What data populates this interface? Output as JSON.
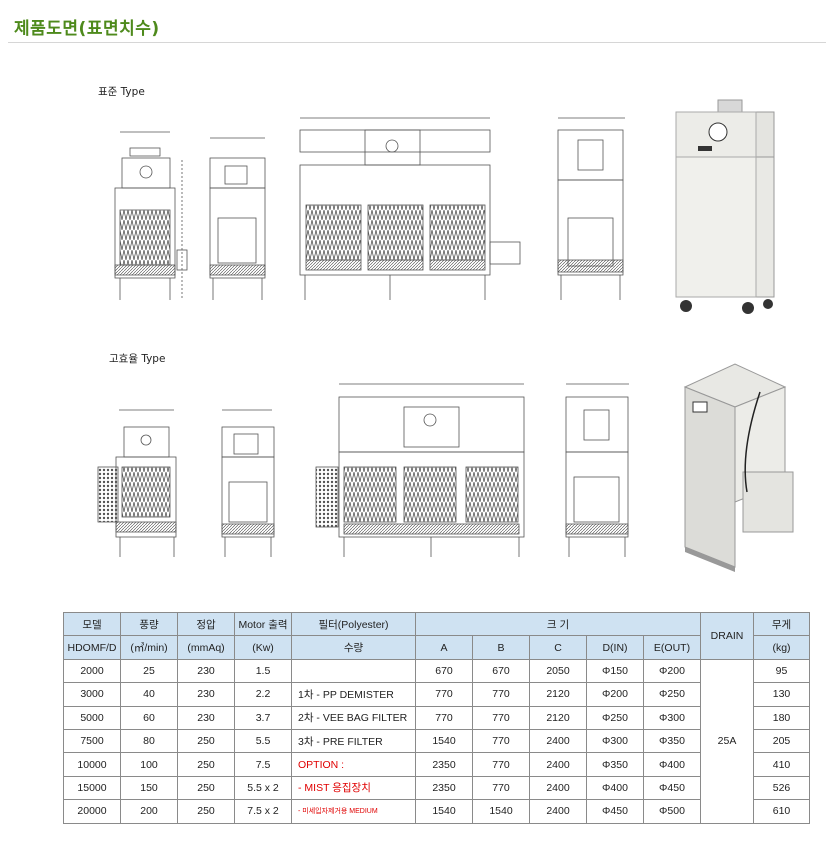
{
  "page": {
    "title": "제품도면(표면치수)"
  },
  "sections": {
    "standard_label": "표준 Type",
    "high_eff_label": "고효율 Type"
  },
  "table": {
    "header_row1": {
      "model": "모델",
      "airflow": "풍량",
      "static_pressure": "정압",
      "motor": "Motor 출력",
      "filter": "필터(Polyester)",
      "size": "크 기",
      "drain": "DRAIN",
      "weight": "무게"
    },
    "header_row2": {
      "model": "HDOMF/D",
      "airflow": "(㎥/min)",
      "static_pressure": "(mmAq)",
      "motor": "(Kw)",
      "filter": "수량",
      "a": "A",
      "b": "B",
      "c": "C",
      "d": "D(IN)",
      "e": "E(OUT)",
      "weight": "(kg)"
    },
    "drain_value": "25A",
    "rows": [
      {
        "model": "2000",
        "airflow": "25",
        "pressure": "230",
        "motor": "1.5",
        "filter": "",
        "a": "670",
        "b": "670",
        "c": "2050",
        "d": "Φ150",
        "e": "Φ200",
        "weight": "95"
      },
      {
        "model": "3000",
        "airflow": "40",
        "pressure": "230",
        "motor": "2.2",
        "filter": "1차 - PP DEMISTER",
        "a": "770",
        "b": "770",
        "c": "2120",
        "d": "Φ200",
        "e": "Φ250",
        "weight": "130"
      },
      {
        "model": "5000",
        "airflow": "60",
        "pressure": "230",
        "motor": "3.7",
        "filter": "2차 - VEE BAG FILTER",
        "a": "770",
        "b": "770",
        "c": "2120",
        "d": "Φ250",
        "e": "Φ300",
        "weight": "180"
      },
      {
        "model": "7500",
        "airflow": "80",
        "pressure": "250",
        "motor": "5.5",
        "filter": "3차 - PRE FILTER",
        "a": "1540",
        "b": "770",
        "c": "2400",
        "d": "Φ300",
        "e": "Φ350",
        "weight": "205"
      },
      {
        "model": "10000",
        "airflow": "100",
        "pressure": "250",
        "motor": "7.5",
        "filter": "OPTION :",
        "a": "2350",
        "b": "770",
        "c": "2400",
        "d": "Φ350",
        "e": "Φ400",
        "weight": "410"
      },
      {
        "model": "15000",
        "airflow": "150",
        "pressure": "250",
        "motor": "5.5 x 2",
        "filter": "- MIST 응집장치",
        "a": "2350",
        "b": "770",
        "c": "2400",
        "d": "Φ400",
        "e": "Φ450",
        "weight": "526"
      },
      {
        "model": "20000",
        "airflow": "200",
        "pressure": "250",
        "motor": "7.5 x 2",
        "filter": "- 미세입자제거용 MEDIUM",
        "a": "1540",
        "b": "1540",
        "c": "2400",
        "d": "Φ450",
        "e": "Φ500",
        "weight": "610"
      }
    ]
  },
  "colors": {
    "title": "#4e8a1c",
    "header_bg": "#cfe2f2",
    "option_text": "#e00000"
  }
}
